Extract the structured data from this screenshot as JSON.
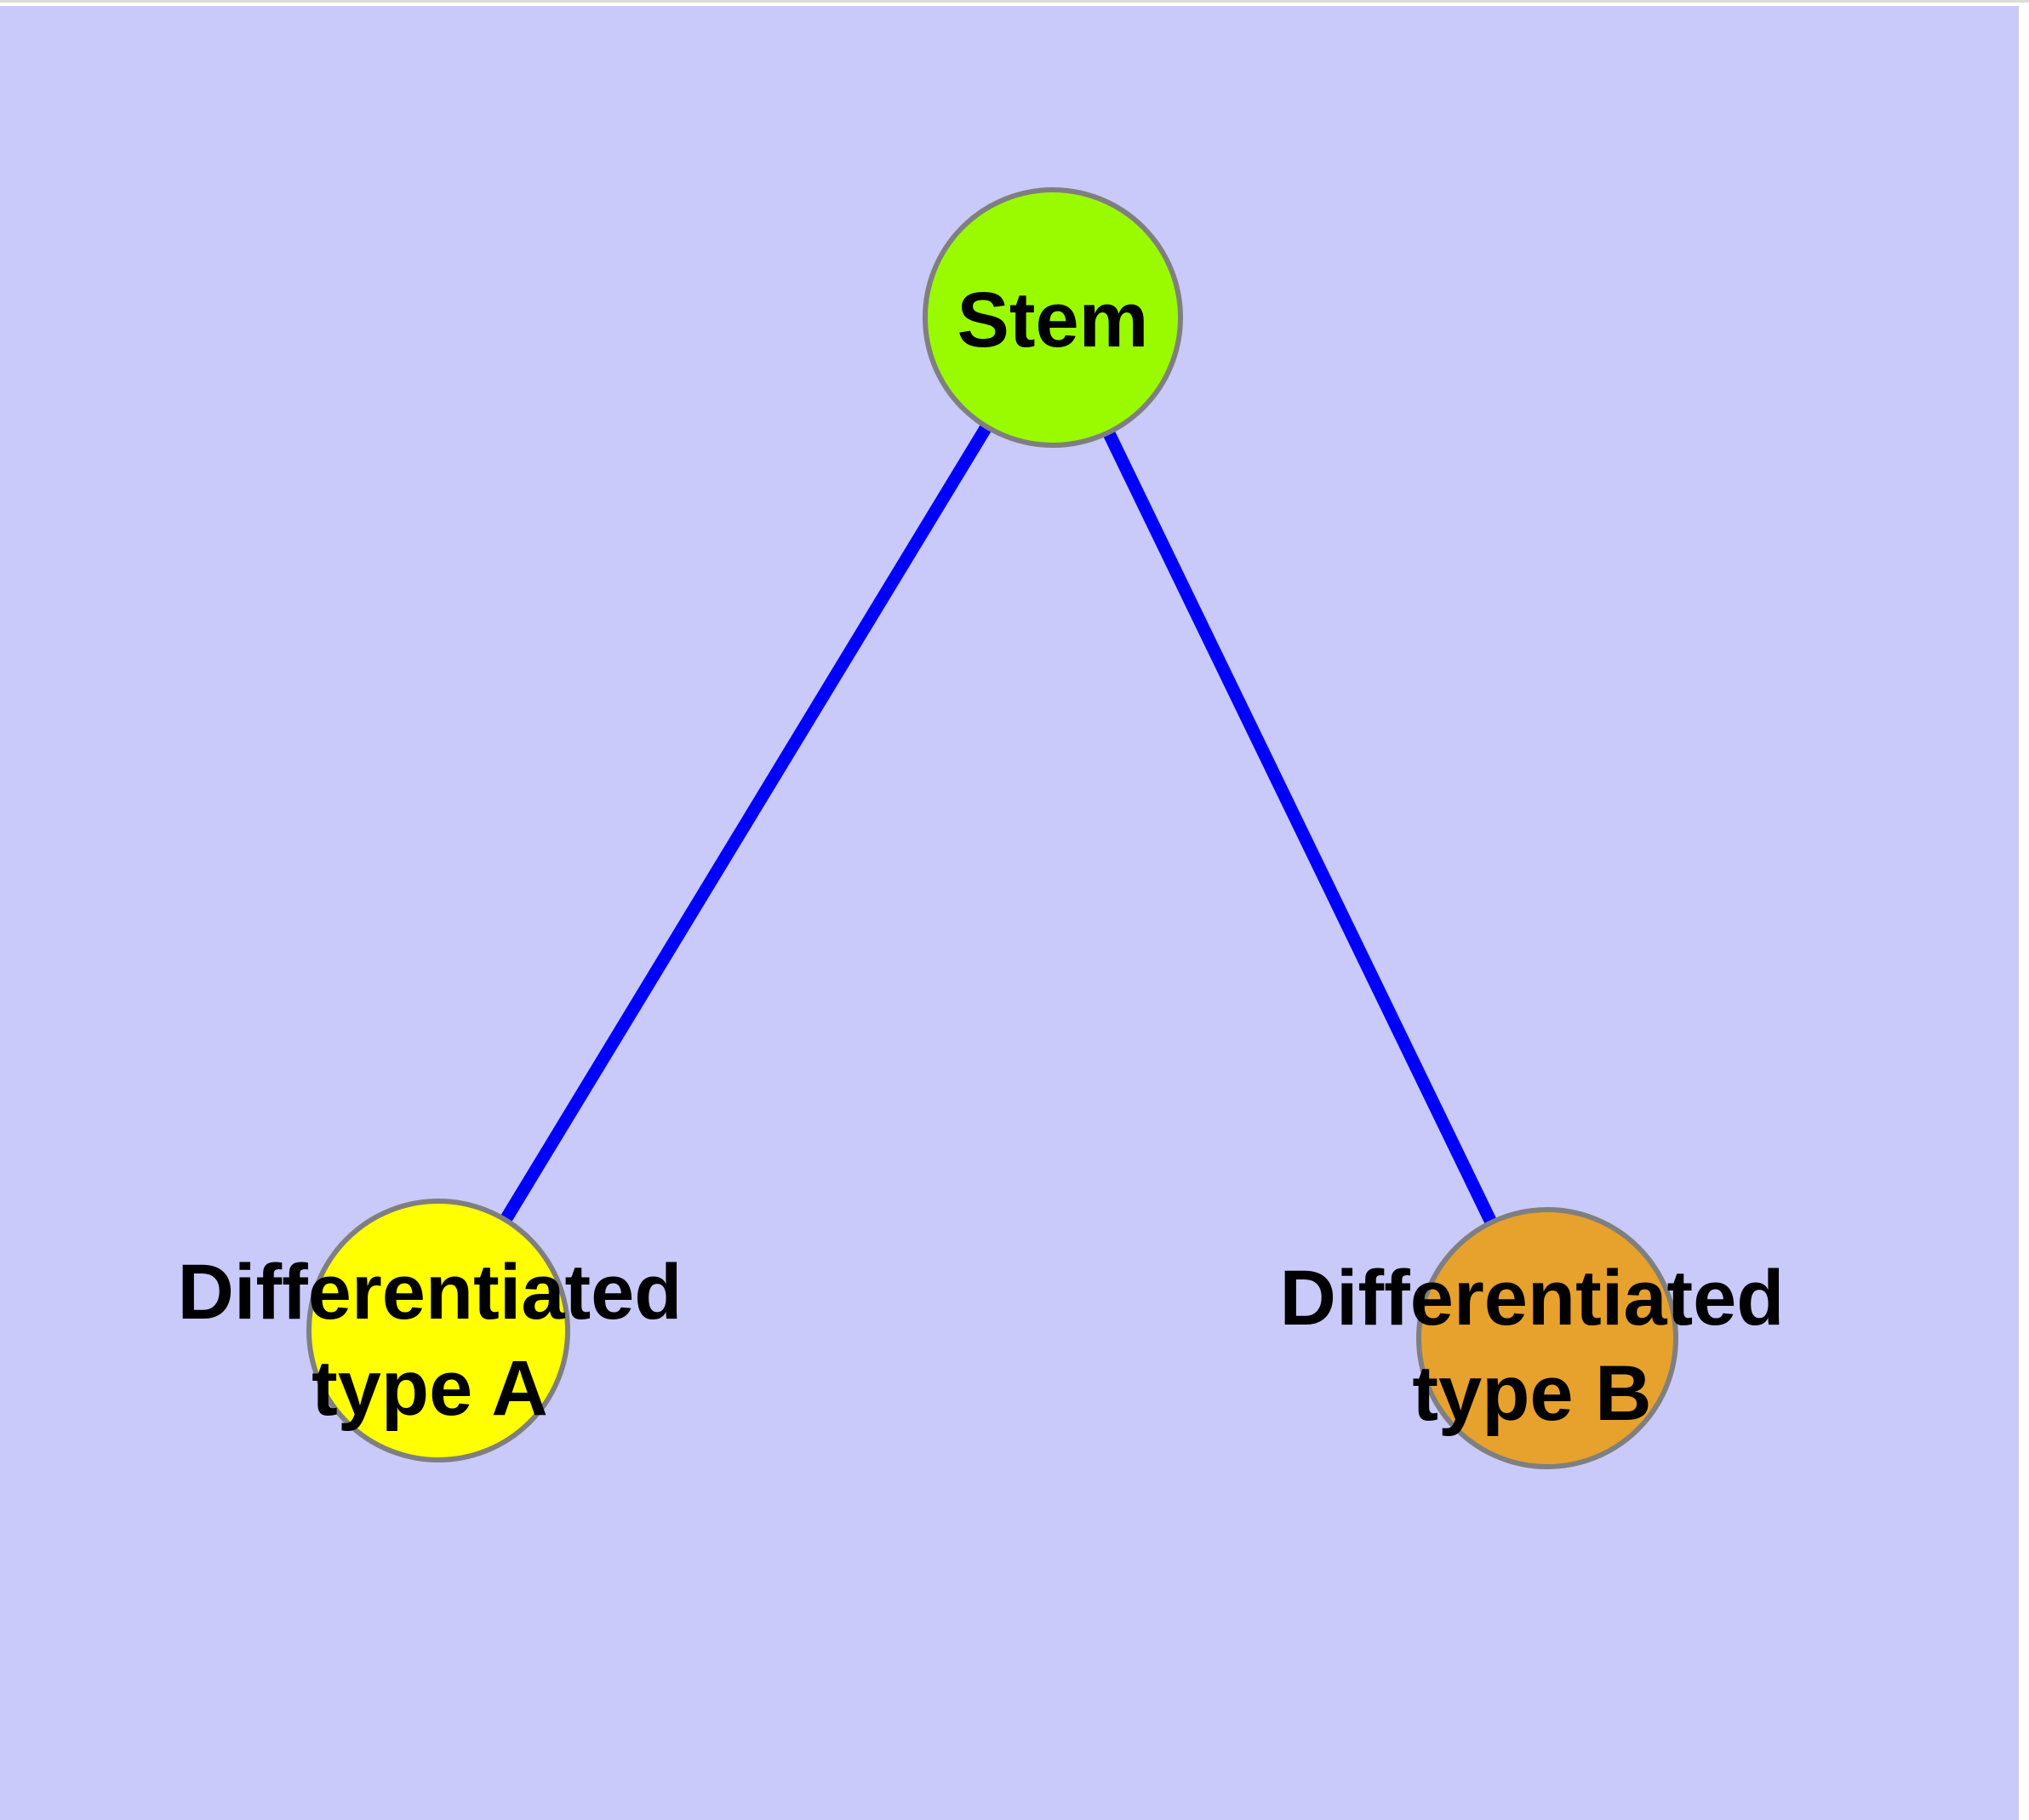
{
  "colors": {
    "page_background": "#FFFFFF",
    "canvas_background": "#C9C9FA",
    "top_hairline": "#DCDCDC",
    "edge": "#0000FB",
    "node_border": "#7F7F7F",
    "label_text": "#000000"
  },
  "diagram": {
    "type": "node-link-graph",
    "nodes": [
      {
        "id": "stem",
        "label": "Stem",
        "fill": "#9AFB00"
      },
      {
        "id": "differentiated-type-a",
        "label_line1": "Differentiated",
        "label_line2": "type A",
        "fill": "#FFFF00"
      },
      {
        "id": "differentiated-type-b",
        "label_line1": "Differentiated",
        "label_line2": "type B",
        "fill": "#E7A12D"
      }
    ],
    "edges": [
      {
        "from": "stem",
        "to": "differentiated-type-a"
      },
      {
        "from": "stem",
        "to": "differentiated-type-b"
      }
    ]
  }
}
